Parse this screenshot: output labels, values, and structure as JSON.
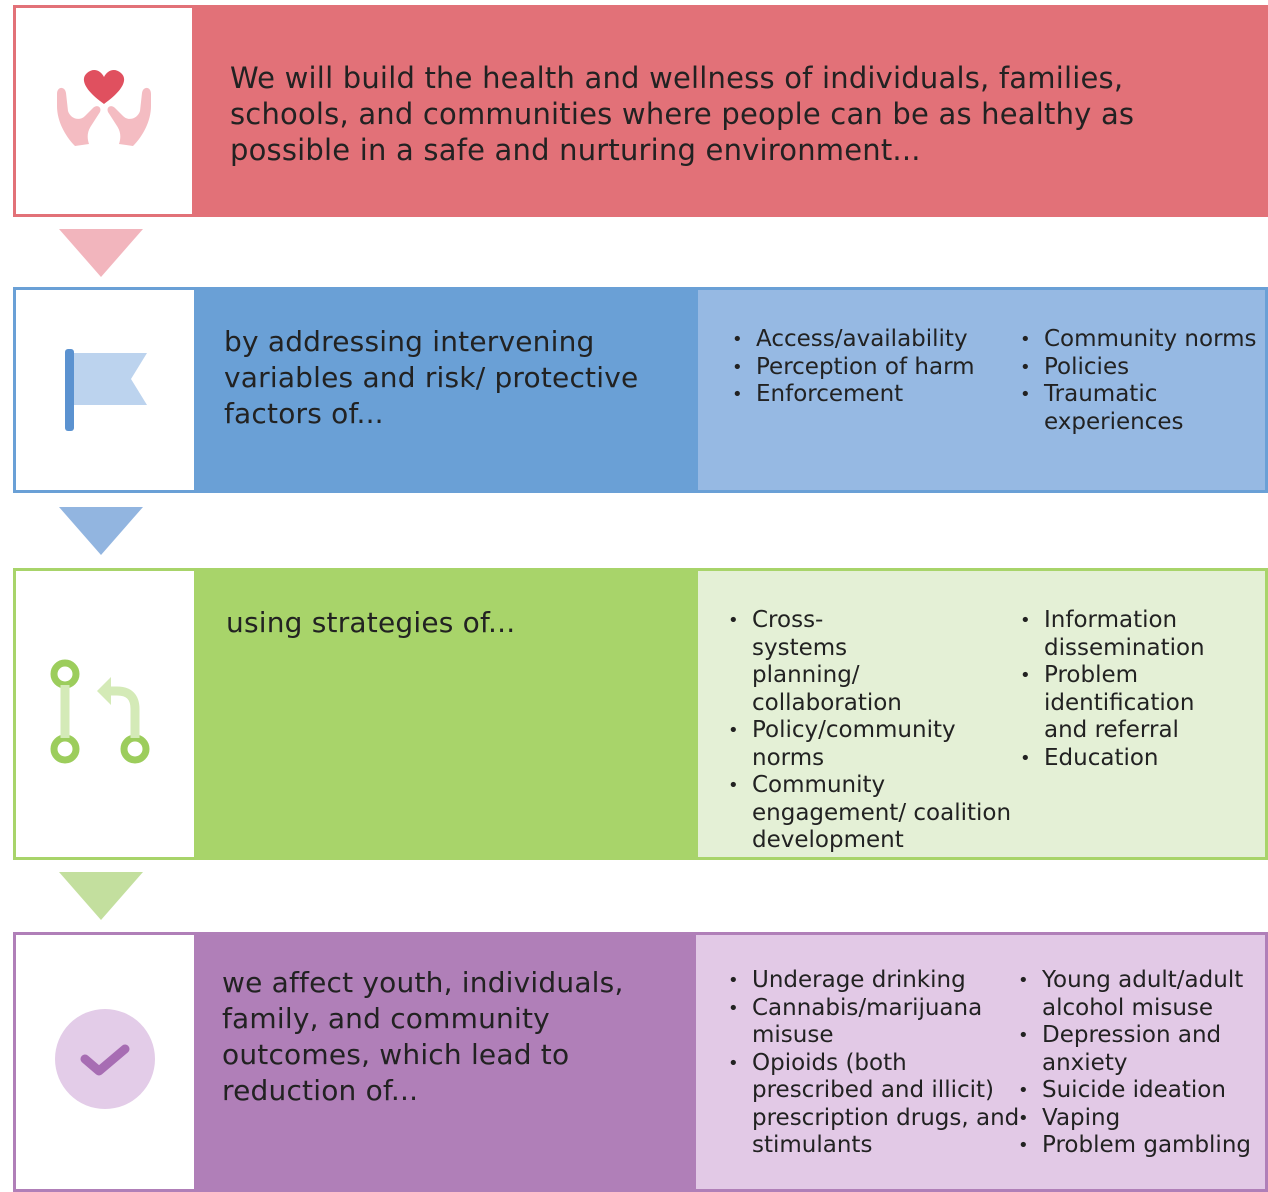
{
  "rows": [
    {
      "icon": "heart-hands-icon",
      "text": "We will build the health and wellness of individuals, families, schools, and communities where people can be as healthy as possible in a safe and nurturing environment...",
      "color": "#e27178"
    },
    {
      "icon": "flag-icon",
      "text": "by addressing intervening variables and risk/ protective factors of...",
      "color": "#6aa0d6",
      "list_color": "#96b9e3",
      "left_items": [
        "Access/availability",
        "Perception of harm",
        "Enforcement"
      ],
      "right_items": [
        "Community norms",
        "Policies",
        "Traumatic experiences"
      ]
    },
    {
      "icon": "branch-arrow-icon",
      "text": "using strategies of...",
      "color": "#a8d46a",
      "list_color": "#e4f0d6",
      "left_items": [
        "Cross-systems planning/ collaboration",
        "Policy/community norms",
        "Community engagement/ coalition development"
      ],
      "right_items": [
        "Information dissemination",
        "Problem identification and referral",
        "Education"
      ]
    },
    {
      "icon": "checkmark-circle-icon",
      "text": "we affect youth, individuals, family, and community outcomes, which lead to reduction of...",
      "color": "#b07fb8",
      "list_color": "#e2c9e6",
      "left_items": [
        "Underage drinking",
        "Cannabis/marijuana misuse",
        "Opioids (both prescribed and illicit) prescription drugs, and stimulants"
      ],
      "right_items": [
        "Young adult/adult alcohol misuse",
        "Depression and anxiety",
        "Suicide ideation",
        "Vaping",
        "Problem gambling"
      ]
    }
  ],
  "arrow_colors": [
    "#f2b5bd",
    "#92b5e0",
    "#c3df9e"
  ]
}
